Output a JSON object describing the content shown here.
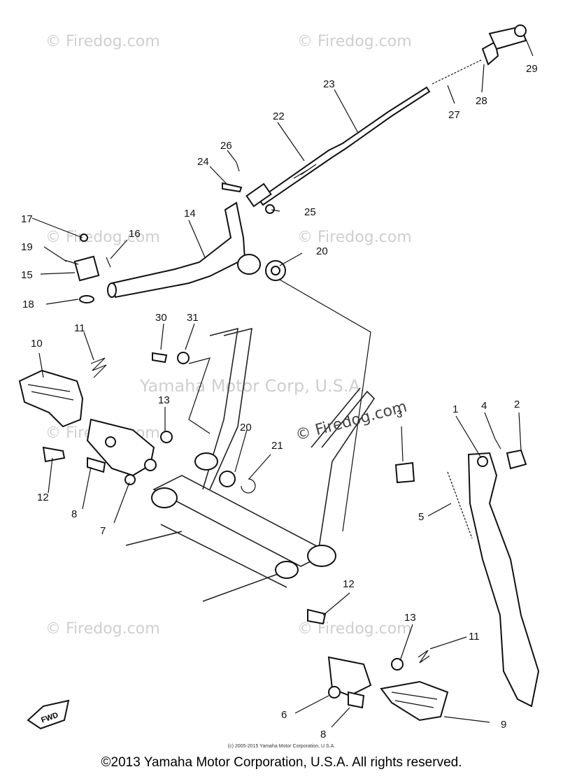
{
  "watermarks": {
    "site": "© Firedog.com",
    "firedog_center": "© Firedog.com",
    "yamaha": "Yamaha Motor Corp, U.S.A."
  },
  "callouts": [
    "1",
    "2",
    "3",
    "4",
    "5",
    "6",
    "7",
    "8",
    "9",
    "10",
    "11",
    "12",
    "13",
    "14",
    "15",
    "16",
    "17",
    "18",
    "19",
    "20",
    "21",
    "22",
    "23",
    "24",
    "25",
    "26",
    "27",
    "28",
    "29",
    "30",
    "31"
  ],
  "callouts_repeat": {
    "c8b": "8",
    "c11b": "11",
    "c12b": "12",
    "c13b": "13",
    "c20b": "20"
  },
  "fwd_label": "FWD",
  "small_copyright": "(c) 2005-2015 Yamaha Motor Corporation, U.S.A.",
  "footer": "©2013 Yamaha Motor Corporation, U.S.A. All rights reserved."
}
